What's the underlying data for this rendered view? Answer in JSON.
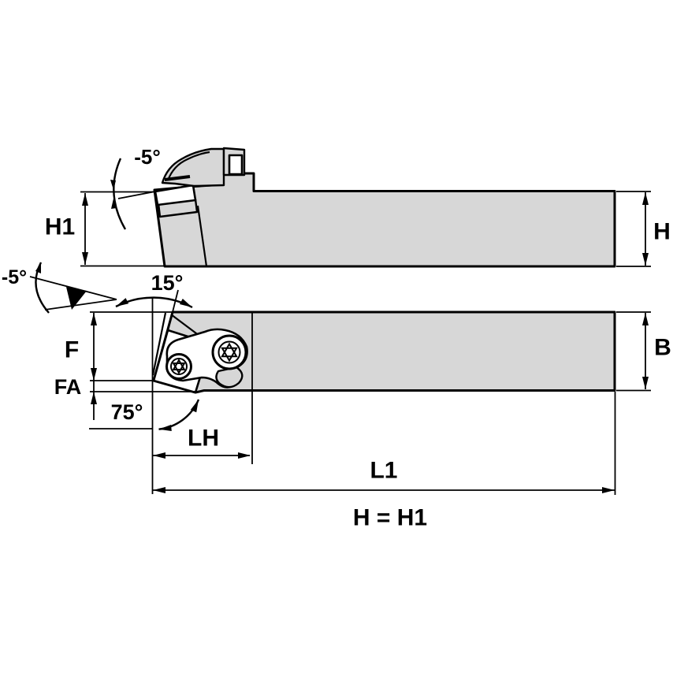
{
  "labels": {
    "h1": "H1",
    "h": "H",
    "b": "B",
    "f": "F",
    "fa": "FA",
    "lh": "LH",
    "l1": "L1",
    "angle_back_rake": "-5°",
    "angle_side_rake": "-5°",
    "angle_shear": "15°",
    "angle_lead": "75°",
    "equation": "H = H1"
  },
  "colors": {
    "body_fill": "#d7d7d7",
    "line": "#000000",
    "background": "#ffffff"
  }
}
